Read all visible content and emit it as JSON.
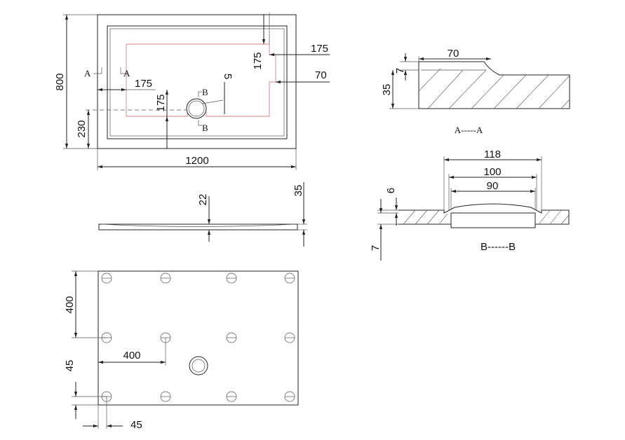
{
  "top_view": {
    "dim_width": "1200",
    "dim_height": "800",
    "dim_175_right": "175",
    "dim_175_right_v": "175",
    "dim_70": "70",
    "dim_175_left": "175",
    "dim_175_drain": "175",
    "dim_230": "230",
    "dim_5": "5",
    "section_a_left": "A",
    "section_a_right": "A",
    "section_b_top": "B",
    "section_b_bottom": "B"
  },
  "side_view": {
    "dim_22": "22",
    "dim_35": "35"
  },
  "bottom_view": {
    "dim_400_v": "400",
    "dim_400_h": "400",
    "dim_45_v": "45",
    "dim_45_h": "45"
  },
  "section_aa": {
    "dim_70": "70",
    "dim_7": "7",
    "dim_35": "35",
    "label": "A-----A"
  },
  "section_bb": {
    "dim_118": "118",
    "dim_100": "100",
    "dim_90": "90",
    "dim_6": "6",
    "dim_7": "7",
    "label": "B------B"
  }
}
